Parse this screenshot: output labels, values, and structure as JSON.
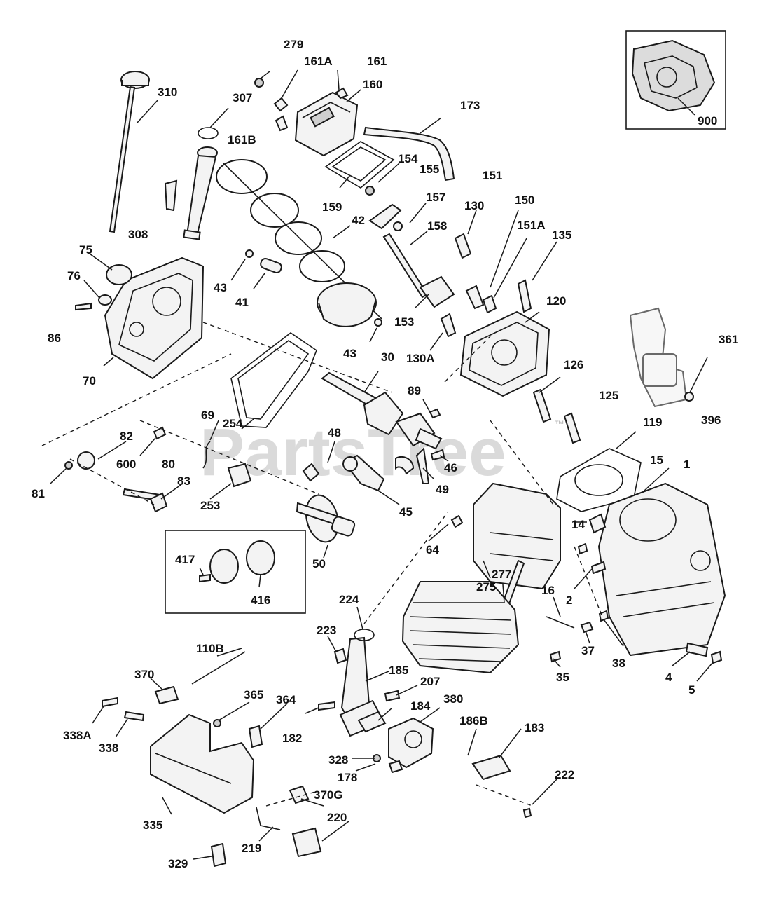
{
  "diagram": {
    "watermark": "PartsTree",
    "trademark": "™",
    "callouts": {
      "c279": "279",
      "c161A": "161A",
      "c161": "161",
      "c160": "160",
      "c310": "310",
      "c307": "307",
      "c173": "173",
      "c161B": "161B",
      "c154": "154",
      "c155": "155",
      "c151": "151",
      "c308": "308",
      "c159": "159",
      "c157": "157",
      "c130": "130",
      "c150": "150",
      "c42": "42",
      "c158": "158",
      "c151A": "151A",
      "c135": "135",
      "c75": "75",
      "c76": "76",
      "c43a": "43",
      "c41": "41",
      "c120": "120",
      "c153": "153",
      "c86": "86",
      "c43b": "43",
      "c130A": "130A",
      "c361": "361",
      "c30": "30",
      "c70": "70",
      "c126": "126",
      "c89": "89",
      "c125": "125",
      "c396": "396",
      "c69": "69",
      "c254": "254",
      "c119": "119",
      "c48": "48",
      "c82": "82",
      "c15": "15",
      "c1": "1",
      "c600": "600",
      "c80": "80",
      "c46": "46",
      "c81": "81",
      "c83": "83",
      "c49": "49",
      "c253": "253",
      "c45": "45",
      "c14": "14",
      "c64": "64",
      "c417": "417",
      "c50": "50",
      "c275": "275",
      "c277": "277",
      "c416": "416",
      "c16": "16",
      "c2": "2",
      "c224": "224",
      "c37": "37",
      "c38": "38",
      "c223": "223",
      "c110B": "110B",
      "c185": "185",
      "c35": "35",
      "c4": "4",
      "c370": "370",
      "c207": "207",
      "c5": "5",
      "c365": "365",
      "c364": "364",
      "c380": "380",
      "c184": "184",
      "c183": "183",
      "c186B": "186B",
      "c338A": "338A",
      "c182": "182",
      "c338": "338",
      "c328": "328",
      "c222": "222",
      "c178": "178",
      "c370G": "370G",
      "c335": "335",
      "c220": "220",
      "c219": "219",
      "c329": "329",
      "c900": "900"
    }
  }
}
